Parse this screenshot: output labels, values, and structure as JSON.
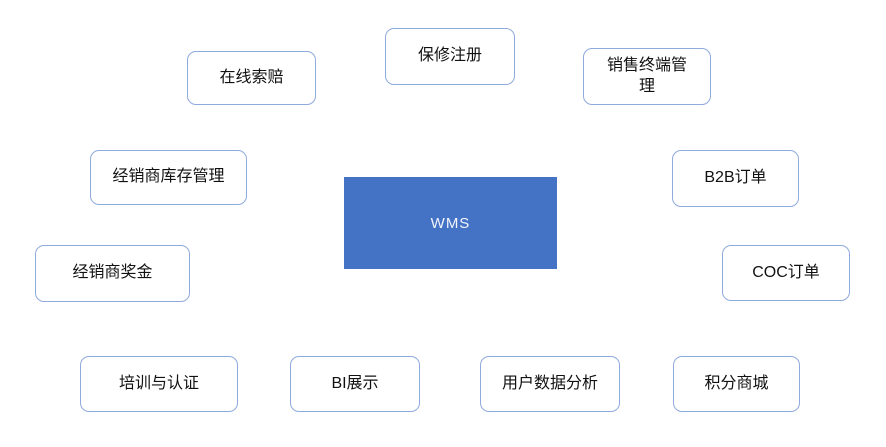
{
  "diagram": {
    "type": "hub-spoke",
    "center": {
      "label": "WMS",
      "fill_color": "#4472C4",
      "text_color": "#FFFFFF"
    },
    "node_style": {
      "border_color": "#8FAADC",
      "fill_color": "#FFFFFF",
      "text_color": "#111111"
    },
    "nodes": [
      {
        "id": "online-claims",
        "label": "在线索赔"
      },
      {
        "id": "warranty-registration",
        "label": "保修注册"
      },
      {
        "id": "sales-terminal-management",
        "label": "销售终端管理"
      },
      {
        "id": "dealer-inventory-management",
        "label": "经销商库存管理"
      },
      {
        "id": "b2b-orders",
        "label": "B2B订单"
      },
      {
        "id": "dealer-bonus",
        "label": "经销商奖金"
      },
      {
        "id": "coc-orders",
        "label": "COC订单"
      },
      {
        "id": "training-and-certification",
        "label": "培训与认证"
      },
      {
        "id": "bi-display",
        "label": "BI展示"
      },
      {
        "id": "user-data-analysis",
        "label": "用户数据分析"
      },
      {
        "id": "points-mall",
        "label": "积分商城"
      }
    ]
  }
}
